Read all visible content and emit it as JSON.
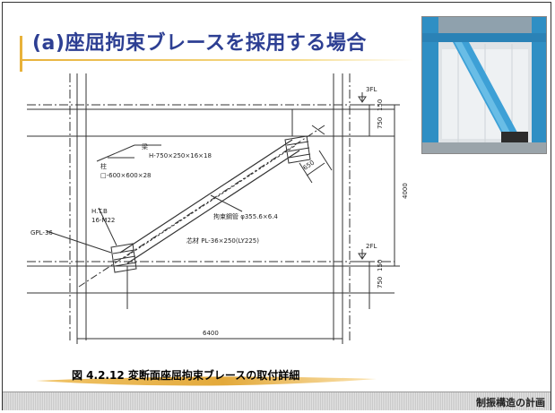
{
  "slide": {
    "title": "(a)座屈拘束ブレースを採用する場合",
    "caption": "図 4.2.12  変断面座屈拘束ブレースの取付詳細",
    "footer": "制振構造の計画"
  },
  "drawing": {
    "beam_label": "梁",
    "beam_spec": "H-750×250×16×18",
    "column_label": "柱",
    "column_spec": "□-600×600×28",
    "htb_label": "H.T.B",
    "htb_spec": "16-M22",
    "gpl_label": "GPL-36",
    "tube_spec": "拘束鋼管  φ355.6×6.4",
    "core_spec": "芯材 PL-36×250(LY225)",
    "floor_top": "3FL",
    "floor_bottom": "2FL",
    "dim_750_top": "750",
    "dim_150_top": "150",
    "dim_4000": "4000",
    "dim_150_bottom": "150",
    "dim_750_bottom": "750",
    "dim_650": "650",
    "dim_6400": "6400"
  },
  "colors": {
    "title": "#2d3f93",
    "accent": "#e8b23a",
    "swoosh": "#e3a93a"
  }
}
